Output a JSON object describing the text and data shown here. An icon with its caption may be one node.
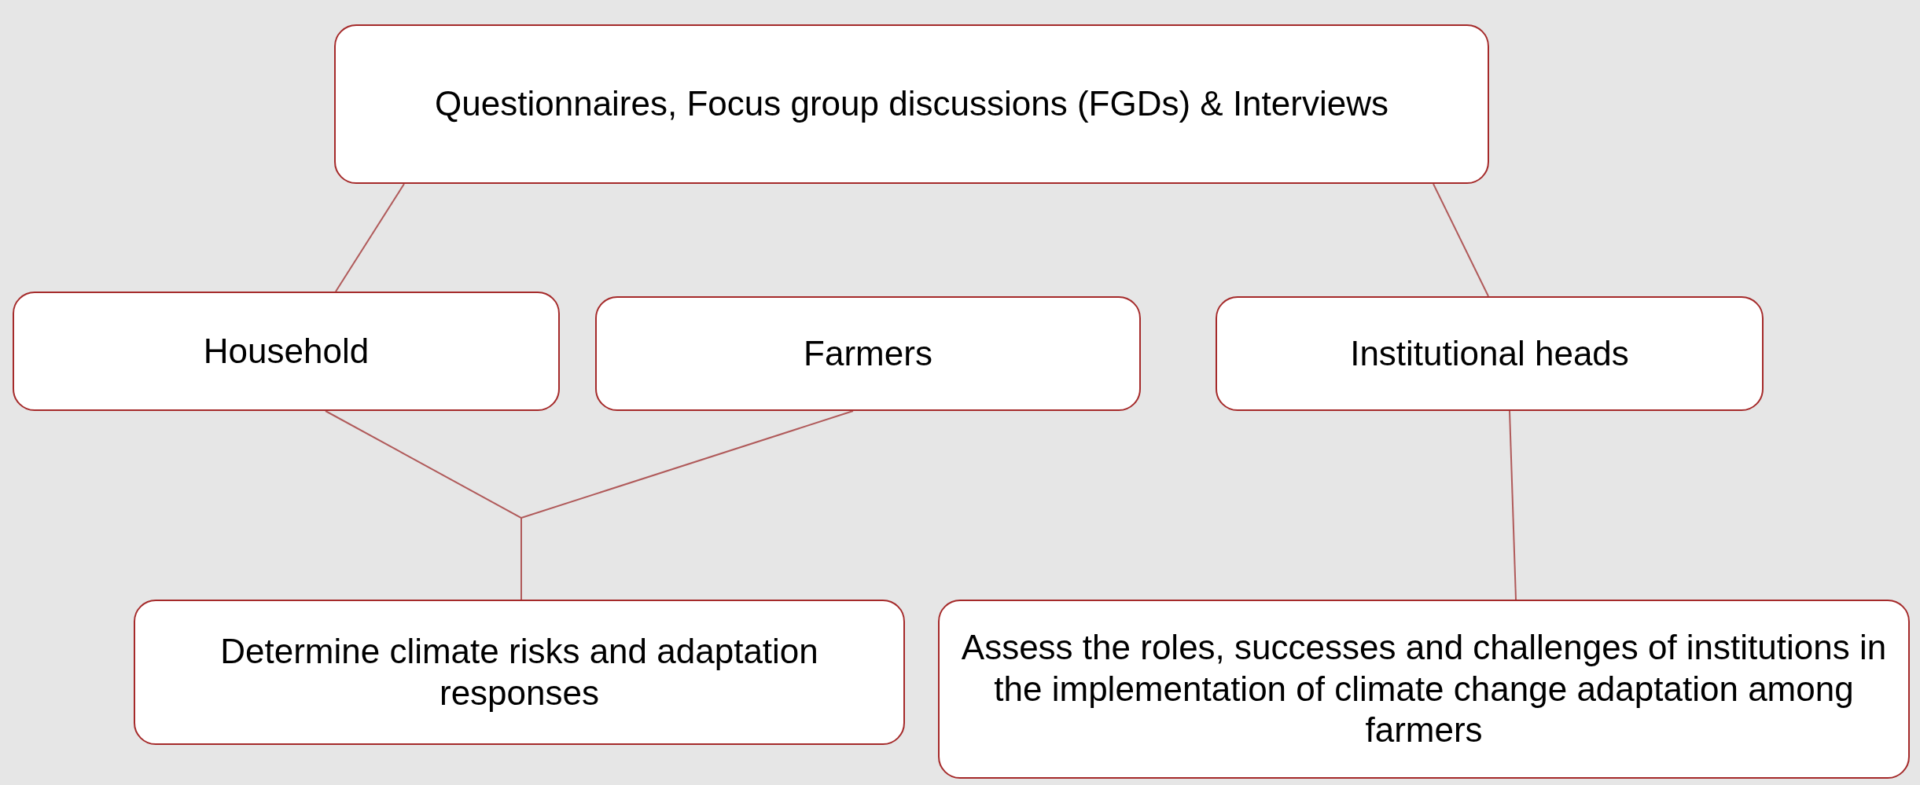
{
  "diagram": {
    "nodes": [
      {
        "text": [
          "Questionnaires, Focus group discussions (FGDs) & Interviews"
        ]
      },
      {
        "text": [
          "Household"
        ]
      },
      {
        "text": [
          "Farmers"
        ]
      },
      {
        "text": [
          "Institutional heads"
        ]
      },
      {
        "text": [
          "Determine climate risks and adaptation responses"
        ]
      },
      {
        "text": [
          "Assess the roles, successes and challenges of institutions in the implementation of climate change adaptation among farmers"
        ]
      }
    ],
    "edges": [
      {
        "from": 0,
        "to": 1,
        "arrow": "none"
      },
      {
        "from": 0,
        "to": 3,
        "arrow": "none"
      },
      {
        "from": 1,
        "to": 4,
        "arrow": "none"
      },
      {
        "from": 2,
        "to": 4,
        "arrow": "none"
      },
      {
        "from": 3,
        "to": 5,
        "arrow": "none"
      }
    ]
  }
}
